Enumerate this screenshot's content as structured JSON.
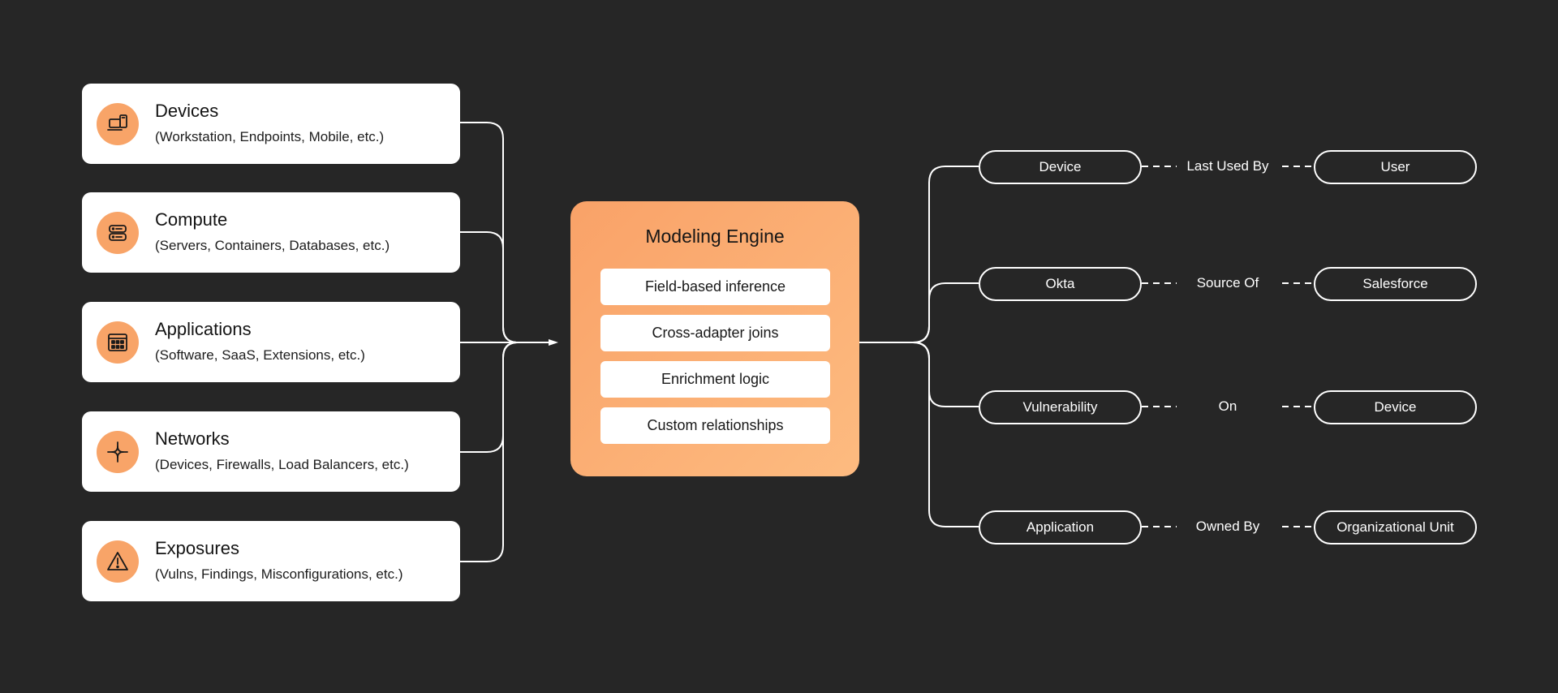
{
  "sources": [
    {
      "title": "Devices",
      "subtitle": "(Workstation, Endpoints, Mobile, etc.)",
      "icon": "devices-icon"
    },
    {
      "title": "Compute",
      "subtitle": "(Servers, Containers, Databases, etc.)",
      "icon": "server-icon"
    },
    {
      "title": "Applications",
      "subtitle": "(Software, SaaS, Extensions, etc.)",
      "icon": "application-grid-icon"
    },
    {
      "title": "Networks",
      "subtitle": "(Devices, Firewalls, Load Balancers, etc.)",
      "icon": "network-icon"
    },
    {
      "title": "Exposures",
      "subtitle": "(Vulns, Findings, Misconfigurations, etc.)",
      "icon": "warning-triangle-icon"
    }
  ],
  "engine": {
    "title": "Modeling Engine",
    "features": [
      "Field-based inference",
      "Cross-adapter joins",
      "Enrichment logic",
      "Custom relationships"
    ]
  },
  "relationships": [
    {
      "from": "Device",
      "label": "Last Used By",
      "to": "User"
    },
    {
      "from": "Okta",
      "label": "Source Of",
      "to": "Salesforce"
    },
    {
      "from": "Vulnerability",
      "label": "On",
      "to": "Device"
    },
    {
      "from": "Application",
      "label": "Owned By",
      "to": "Organizational Unit"
    }
  ],
  "colors": {
    "background": "#262626",
    "accent": "#f8a468",
    "card": "#ffffff",
    "line": "#ffffff"
  }
}
